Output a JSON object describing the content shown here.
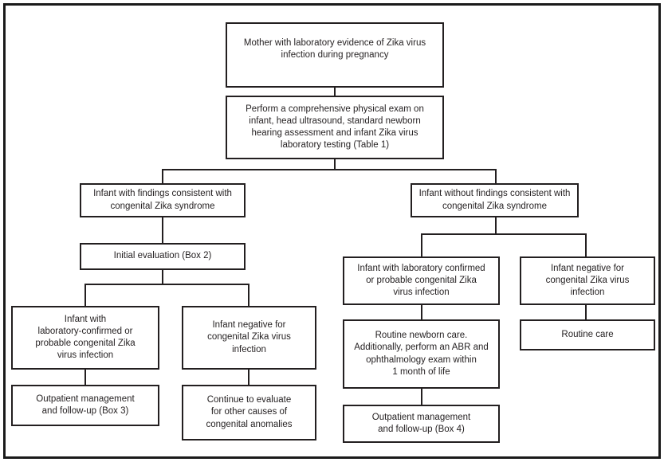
{
  "diagram": {
    "type": "flowchart",
    "subject": "Evaluation of infants born to mothers with laboratory evidence of Zika virus infection",
    "colors": {
      "background": "#ffffff",
      "line": "#231f20",
      "text": "#231f20",
      "frame_border": "#1a1a1a"
    },
    "nodes": [
      {
        "id": "mother-evidence",
        "label": "Mother with laboratory evidence of Zika virus\ninfection during pregnancy"
      },
      {
        "id": "comprehensive-exam",
        "label": "Perform a comprehensive physical exam on\ninfant, head ultrasound, standard newborn\nhearing assessment and infant Zika virus\nlaboratory testing (Table 1)"
      },
      {
        "id": "infant-with-findings",
        "label": "Infant with findings consistent with\ncongenital Zika syndrome"
      },
      {
        "id": "infant-without-findings",
        "label": "Infant without findings consistent with\ncongenital Zika syndrome"
      },
      {
        "id": "initial-evaluation",
        "label": "Initial evaluation (Box 2)"
      },
      {
        "id": "infant-lab-confirmed-left",
        "label": "Infant with\nlaboratory-confirmed or\nprobable congenital Zika\nvirus infection"
      },
      {
        "id": "infant-negative-left",
        "label": "Infant negative for\ncongenital Zika virus\ninfection"
      },
      {
        "id": "outpatient-box3",
        "label": "Outpatient management\nand follow-up (Box 3)"
      },
      {
        "id": "continue-evaluate",
        "label": "Continue to evaluate\nfor other causes of\ncongenital anomalies"
      },
      {
        "id": "infant-lab-confirmed-right",
        "label": "Infant with laboratory confirmed\nor probable congenital Zika\nvirus infection"
      },
      {
        "id": "infant-negative-right",
        "label": "Infant negative for\ncongenital Zika virus\ninfection"
      },
      {
        "id": "routine-newborn-care",
        "label": "Routine newborn care.\nAdditionally, perform an ABR and\nophthalmology exam within\n1 month of life"
      },
      {
        "id": "routine-care",
        "label": "Routine care"
      },
      {
        "id": "outpatient-box4",
        "label": "Outpatient management\nand follow-up (Box 4)"
      }
    ],
    "edges": [
      {
        "from": "mother-evidence",
        "to": "comprehensive-exam"
      },
      {
        "from": "comprehensive-exam",
        "to": "infant-with-findings"
      },
      {
        "from": "comprehensive-exam",
        "to": "infant-without-findings"
      },
      {
        "from": "infant-with-findings",
        "to": "initial-evaluation"
      },
      {
        "from": "initial-evaluation",
        "to": "infant-lab-confirmed-left"
      },
      {
        "from": "initial-evaluation",
        "to": "infant-negative-left"
      },
      {
        "from": "infant-lab-confirmed-left",
        "to": "outpatient-box3"
      },
      {
        "from": "infant-negative-left",
        "to": "continue-evaluate"
      },
      {
        "from": "infant-without-findings",
        "to": "infant-lab-confirmed-right"
      },
      {
        "from": "infant-without-findings",
        "to": "infant-negative-right"
      },
      {
        "from": "infant-lab-confirmed-right",
        "to": "routine-newborn-care"
      },
      {
        "from": "infant-negative-right",
        "to": "routine-care"
      },
      {
        "from": "routine-newborn-care",
        "to": "outpatient-box4"
      }
    ]
  }
}
